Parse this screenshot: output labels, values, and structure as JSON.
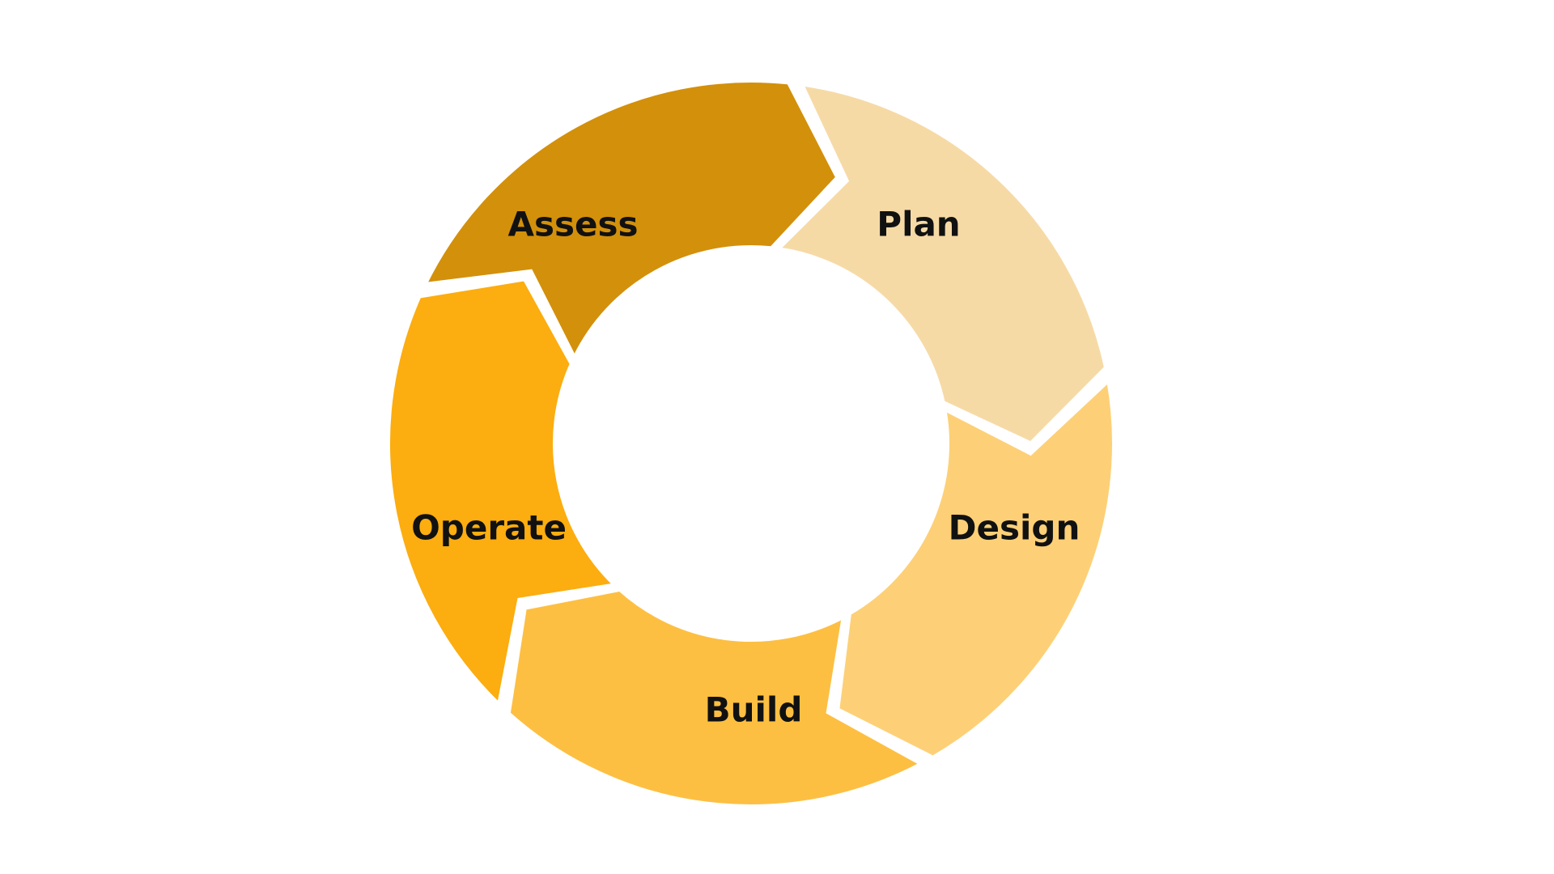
{
  "diagram": {
    "type": "cycle",
    "segments": [
      {
        "label": "Plan",
        "color": "#F6DAA6"
      },
      {
        "label": "Design",
        "color": "#FDD077"
      },
      {
        "label": "Build",
        "color": "#FDBF42"
      },
      {
        "label": "Operate",
        "color": "#FCAD0F"
      },
      {
        "label": "Assess",
        "color": "#D3900A"
      }
    ]
  }
}
